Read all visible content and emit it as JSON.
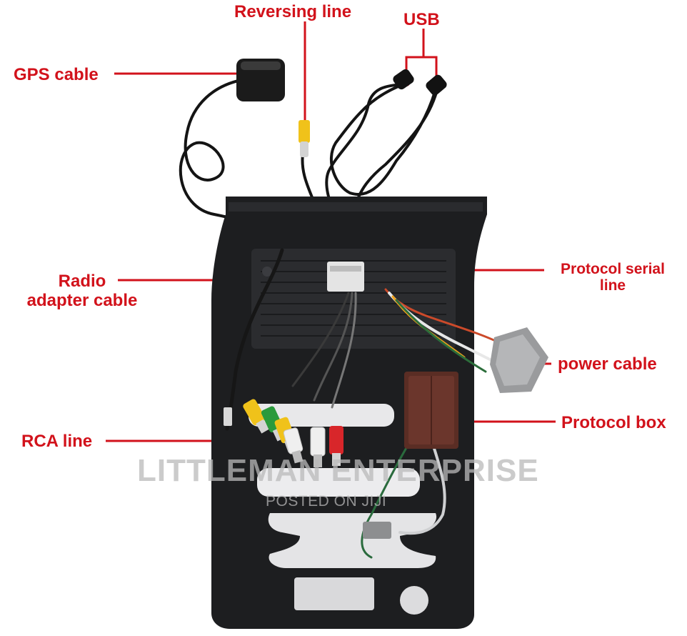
{
  "labels": {
    "reversing_line": "Reversing line",
    "usb": "USB",
    "gps_cable": "GPS cable",
    "radio_adapter_line1": "Radio",
    "radio_adapter_line2": "adapter cable",
    "protocol_serial_line1": "Protocol serial",
    "protocol_serial_line2": "line",
    "power_cable": "power cable",
    "protocol_box": "Protocol box",
    "rca_line": "RCA line"
  },
  "watermark": {
    "main": "LITTLEMAN ENTERPRISE",
    "sub": "POSTED ON JIJI"
  },
  "colors": {
    "label": "#d2121b",
    "frame": "#1d1e20",
    "cable": "#141414",
    "rca_yellow": "#f0c21a",
    "rca_green": "#2a9a3c",
    "rca_red": "#d8262a",
    "rca_white": "#efefef",
    "protocol_box": "#5a2d24",
    "power_connector": "#9a9b9d"
  }
}
